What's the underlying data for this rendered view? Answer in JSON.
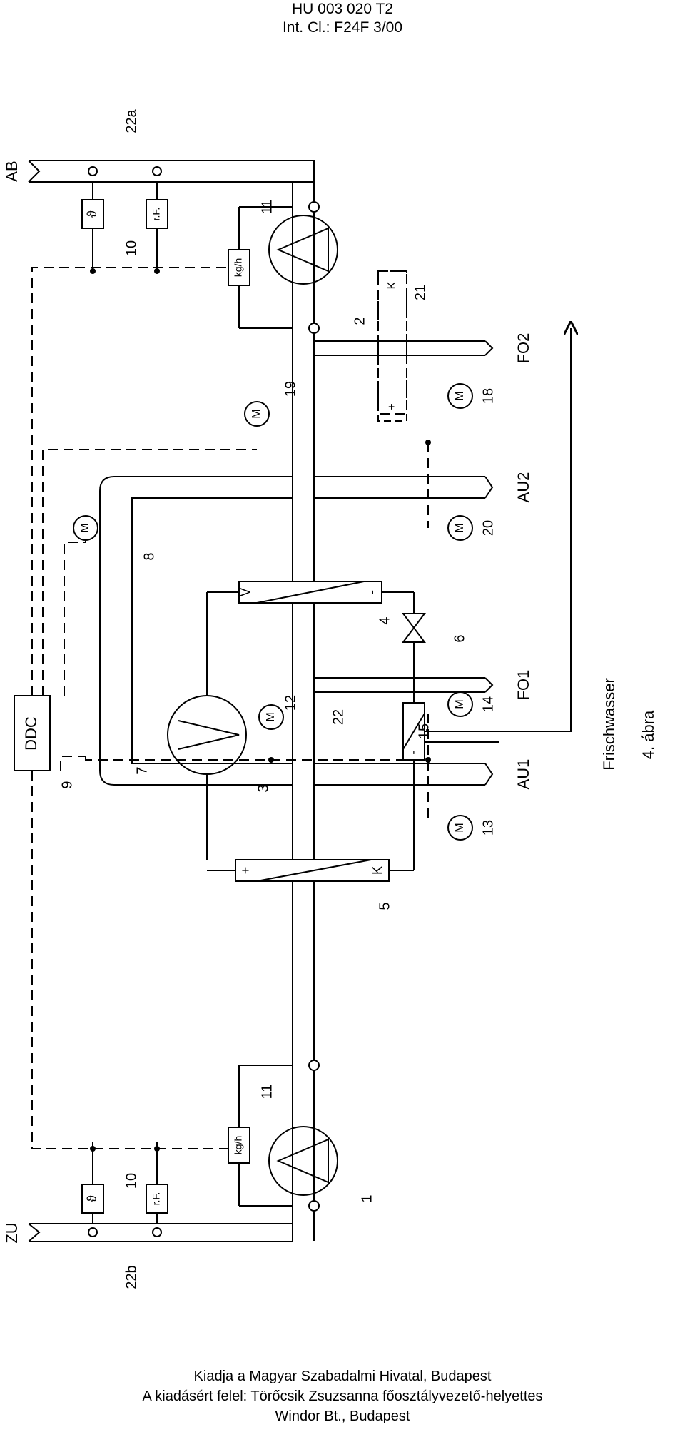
{
  "header": {
    "doc_number": "HU 003 020 T2",
    "int_class": "Int. Cl.: F24F 3/00"
  },
  "diagram": {
    "figure_label": "4. ábra",
    "ports": {
      "ab": "AB",
      "zu": "ZU",
      "au1": "AU1",
      "au2": "AU2",
      "fo1": "FO1",
      "fo2": "FO2"
    },
    "controller": "DDC",
    "fresh_water": "Frischwasser",
    "sensor_temp_symbol": "ϑ",
    "sensor_humidity_label": "r.F.",
    "flowmeter_label": "kg/h",
    "motor_symbol": "M",
    "hx_plus": "+",
    "hx_minus": "-",
    "hx_k": "K",
    "hx_v": "V",
    "refs": {
      "r1": "1",
      "r2": "2",
      "r3": "3",
      "r4": "4",
      "r5": "5",
      "r6": "6",
      "r7": "7",
      "r8": "8",
      "r9": "9",
      "r10a": "10",
      "r10b": "10",
      "r11a": "11",
      "r11b": "11",
      "r12": "12",
      "r13": "13",
      "r14": "14",
      "r15": "15",
      "r18": "18",
      "r19": "19",
      "r20": "20",
      "r21": "21",
      "r22": "22",
      "r22a": "22a",
      "r22b": "22b"
    }
  },
  "footer": {
    "line1": "Kiadja a Magyar Szabadalmi Hivatal, Budapest",
    "line2": "A kiadásért felel: Törőcsik Zsuzsanna főosztályvezető-helyettes",
    "line3": "Windor Bt., Budapest"
  }
}
